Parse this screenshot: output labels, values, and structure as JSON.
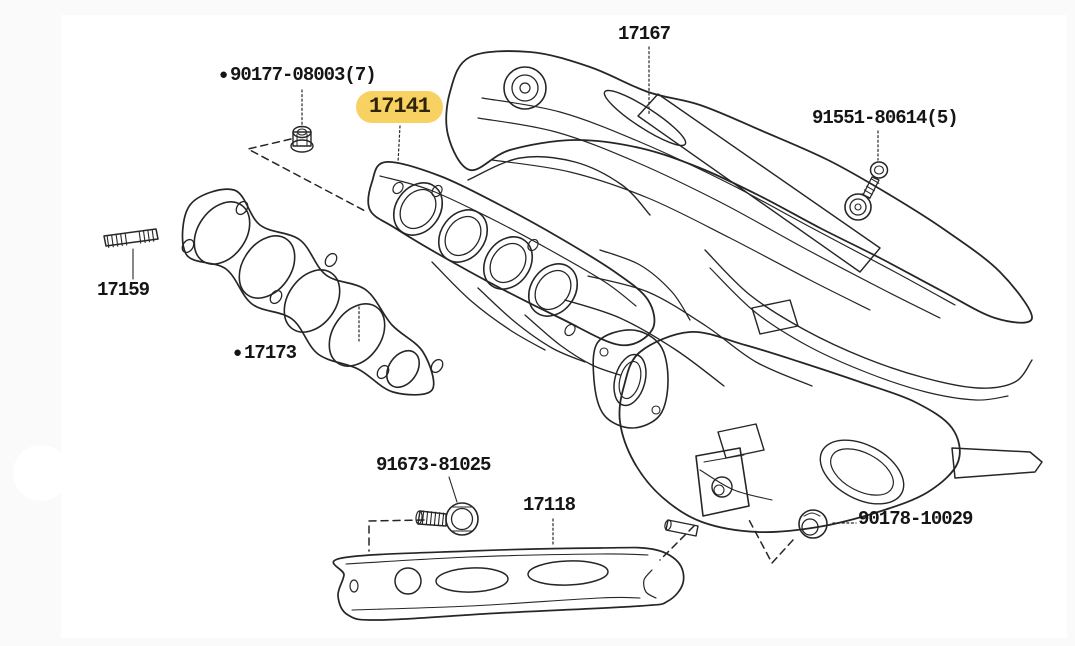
{
  "diagram": {
    "bullet": "●",
    "highlight_color": "#f7d263",
    "line_color": "#262626",
    "labels": {
      "nut_90177": "90177-08003(7)",
      "manifold_17141": "17141",
      "heat_shield_17167": "17167",
      "bolt_91551": "91551-80614(5)",
      "stud_17159": "17159",
      "gasket_17173": "17173",
      "bolt_91673": "91673-81025",
      "stay_17118": "17118",
      "nut_90178": "90178-10029"
    }
  }
}
